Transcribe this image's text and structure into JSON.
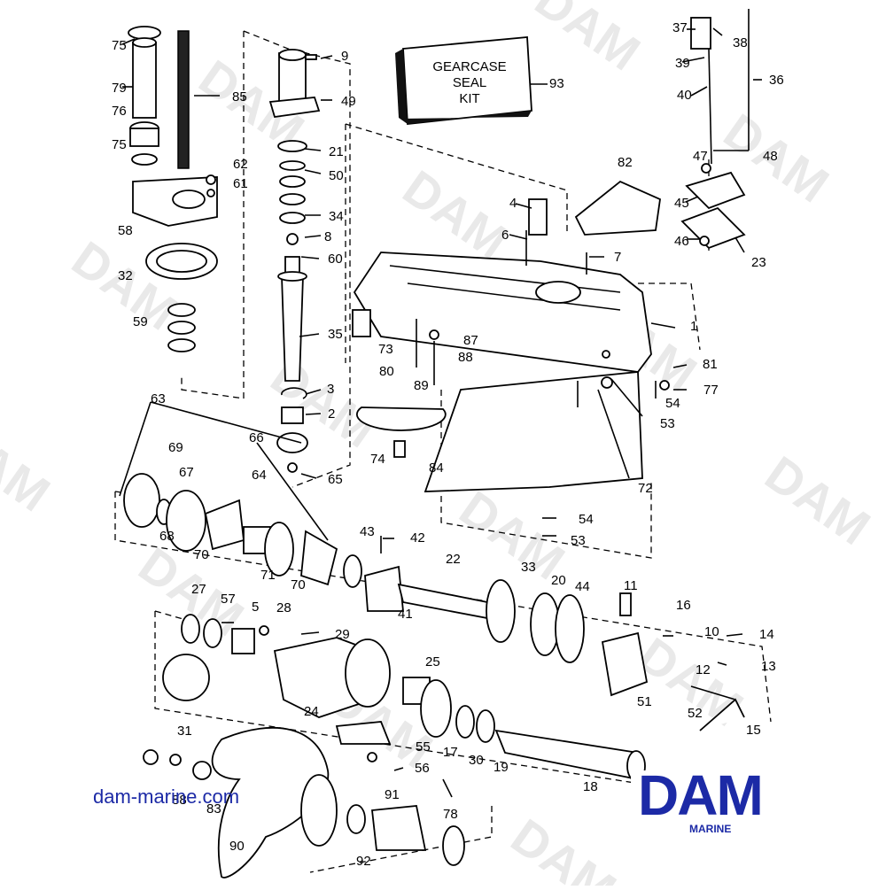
{
  "watermark_text": "DAM",
  "kit_box": {
    "lines": [
      "GEARCASE",
      "SEAL",
      "KIT"
    ],
    "callout": "93"
  },
  "website": "dam-marine.com",
  "brand": {
    "name": "DAM",
    "subtitle": "MARINE",
    "color": "#1c2aa6"
  },
  "callouts": [
    "75",
    "79",
    "85",
    "76",
    "75",
    "58",
    "62",
    "61",
    "32",
    "59",
    "9",
    "49",
    "21",
    "50",
    "34",
    "8",
    "60",
    "35",
    "3",
    "2",
    "66",
    "65",
    "63",
    "69",
    "67",
    "64",
    "68",
    "70",
    "71",
    "70",
    "37",
    "38",
    "39",
    "40",
    "36",
    "47",
    "48",
    "45",
    "46",
    "23",
    "82",
    "4",
    "6",
    "7",
    "1",
    "73",
    "87",
    "80",
    "88",
    "89",
    "81",
    "77",
    "54",
    "53",
    "74",
    "84",
    "72",
    "54",
    "53",
    "43",
    "42",
    "22",
    "41",
    "33",
    "20",
    "44",
    "11",
    "16",
    "10",
    "14",
    "12",
    "13",
    "51",
    "52",
    "15",
    "27",
    "57",
    "5",
    "28",
    "29",
    "24",
    "25",
    "17",
    "30",
    "19",
    "55",
    "56",
    "18",
    "31",
    "88",
    "83",
    "90",
    "91",
    "78",
    "92"
  ]
}
